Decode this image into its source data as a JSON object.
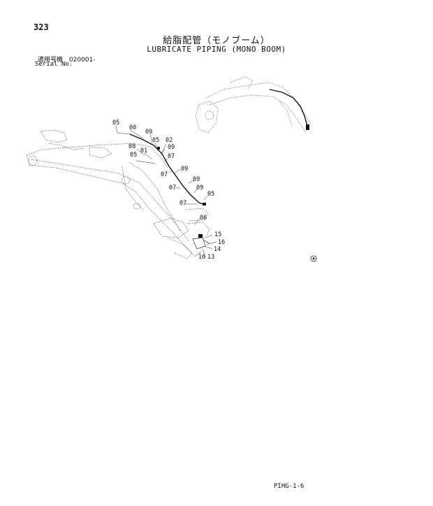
{
  "header": {
    "page_number": "323",
    "title_jp": "給脂配管（モノブーム）",
    "title_en": "LUBRICATE PIPING (MONO BOOM)",
    "serial_label_jp": "適用号機",
    "serial_value": "020001-",
    "serial_label_en": "Serial No."
  },
  "callouts": [
    {
      "id": "c1",
      "text": "05"
    },
    {
      "id": "c2",
      "text": "00"
    },
    {
      "id": "c3",
      "text": "09"
    },
    {
      "id": "c4",
      "text": "05"
    },
    {
      "id": "c5",
      "text": "02"
    },
    {
      "id": "c6",
      "text": "08"
    },
    {
      "id": "c7",
      "text": "01"
    },
    {
      "id": "c8",
      "text": "09"
    },
    {
      "id": "c9",
      "text": "05"
    },
    {
      "id": "c10",
      "text": "07"
    },
    {
      "id": "c11",
      "text": "07"
    },
    {
      "id": "c12",
      "text": "09"
    },
    {
      "id": "c13",
      "text": "09"
    },
    {
      "id": "c14",
      "text": "07"
    },
    {
      "id": "c15",
      "text": "09"
    },
    {
      "id": "c16",
      "text": "05"
    },
    {
      "id": "c17",
      "text": "07"
    },
    {
      "id": "c18",
      "text": "06"
    },
    {
      "id": "c19",
      "text": "15"
    },
    {
      "id": "c20",
      "text": "16"
    },
    {
      "id": "c21",
      "text": "14"
    },
    {
      "id": "c22",
      "text": "16"
    },
    {
      "id": "c23",
      "text": "13"
    }
  ],
  "footer": {
    "code": "PIHG-1-6"
  }
}
